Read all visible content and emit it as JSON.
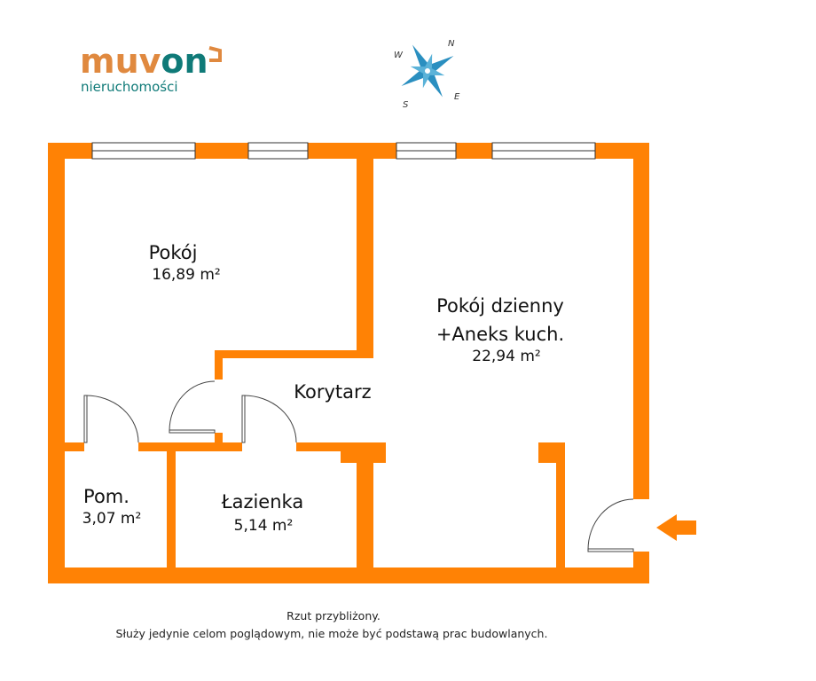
{
  "logo": {
    "brand_part1": "muv",
    "brand_part2": "on",
    "tagline": "nieruchomości",
    "color_orange": "#e0893f",
    "color_teal": "#0f7a78"
  },
  "compass": {
    "icon": "compass-rose-icon",
    "labels": {
      "n": "N",
      "e": "E",
      "s": "S",
      "w": "W"
    },
    "color": "#2a8fc0"
  },
  "rooms": [
    {
      "name": "Pokój",
      "area": "16,89 m²"
    },
    {
      "name_line1": "Pokój dzienny",
      "name_line2": "+Aneks kuch.",
      "area": "22,94 m²"
    },
    {
      "name": "Korytarz"
    },
    {
      "name": "Pom.",
      "area": "3,07 m²"
    },
    {
      "name": "Łazienka",
      "area": "5,14 m²"
    }
  ],
  "wall_color": "#ff8205",
  "entrance": {
    "icon": "entrance-arrow-icon"
  },
  "footer": {
    "line1": "Rzut przybliżony.",
    "line2": "Służy jedynie celom poglądowym, nie może być podstawą prac budowlanych."
  }
}
